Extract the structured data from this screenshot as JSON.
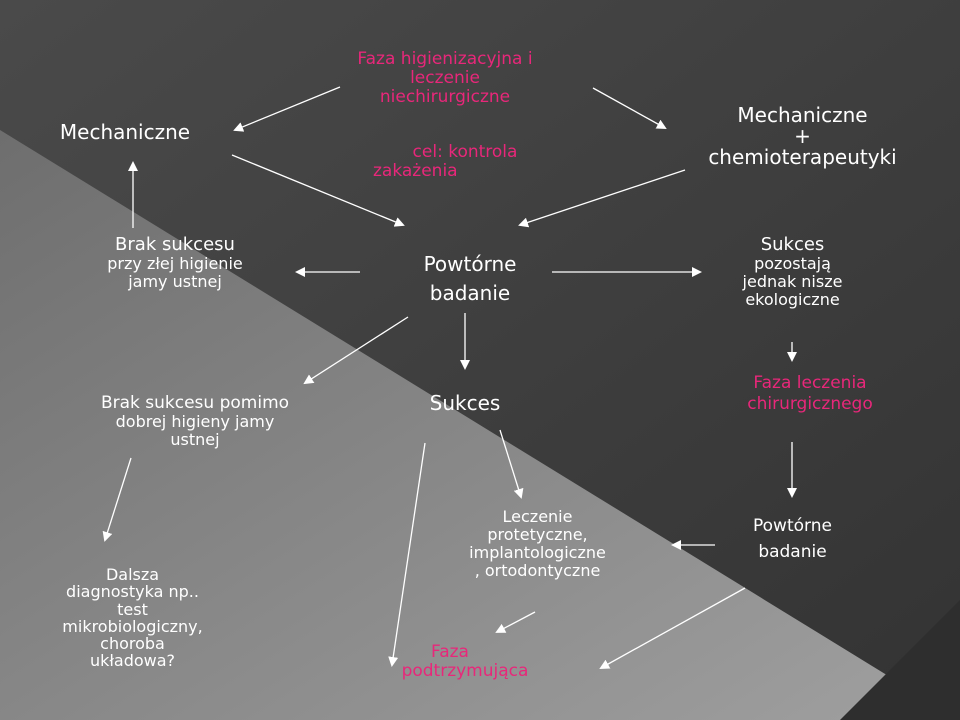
{
  "colors": {
    "text_primary": "#ffffff",
    "text_accent": "#e8277a",
    "arrow": "#ffffff",
    "bg_dark": "#3f3f3f",
    "bg_light": "#8c8c8c"
  },
  "nodes": {
    "phase_hygiene": [
      "Faza higienizacyjna i",
      "leczenie",
      "niechirurgiczne"
    ],
    "goal": [
      "cel: kontrola",
      "zakażenia"
    ],
    "mechanical_left": "Mechaniczne",
    "mechanical_chemo": [
      "Mechaniczne",
      "+",
      "chemioterapeutyki"
    ],
    "reexam_center": [
      "Powtórne",
      "badanie"
    ],
    "no_success_bad_hygiene": [
      "Brak sukcesu",
      "przy złej higienie",
      "jamy ustnej"
    ],
    "success_niches": [
      "Sukces",
      "pozostają",
      "jednak nisze",
      "ekologiczne"
    ],
    "phase_surgical": [
      "Faza leczenia",
      "chirurgicznego"
    ],
    "no_success_good_hygiene": [
      "Brak sukcesu pomimo",
      "dobrej higieny jamy",
      "ustnej"
    ],
    "success_center": "Sukces",
    "further_diagnostics": [
      "Dalsza",
      "diagnostyka np..",
      "test",
      "mikrobiologiczny,",
      "choroba",
      "układowa?"
    ],
    "prosthetic": [
      "Leczenie",
      "protetyczne,",
      "implantologiczne",
      ", ortodontyczne"
    ],
    "reexam_right": [
      "Powtórne",
      "badanie"
    ],
    "phase_maintenance": [
      "Faza",
      "podtrzymująca"
    ]
  }
}
